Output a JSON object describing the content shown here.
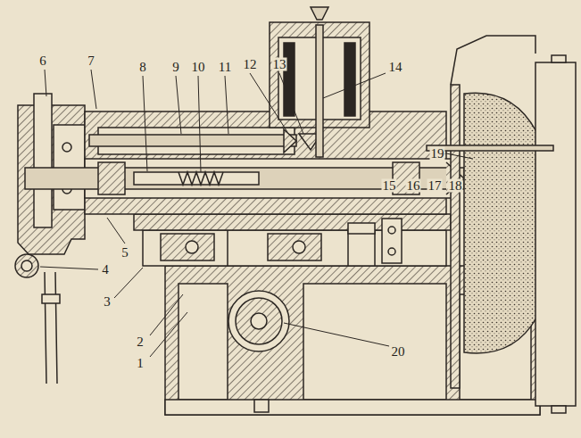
{
  "diagram": {
    "labels": [
      "1",
      "2",
      "3",
      "4",
      "5",
      "6",
      "7",
      "8",
      "9",
      "10",
      "11",
      "12",
      "13",
      "14",
      "15",
      "16",
      "17",
      "18",
      "19",
      "20"
    ]
  }
}
